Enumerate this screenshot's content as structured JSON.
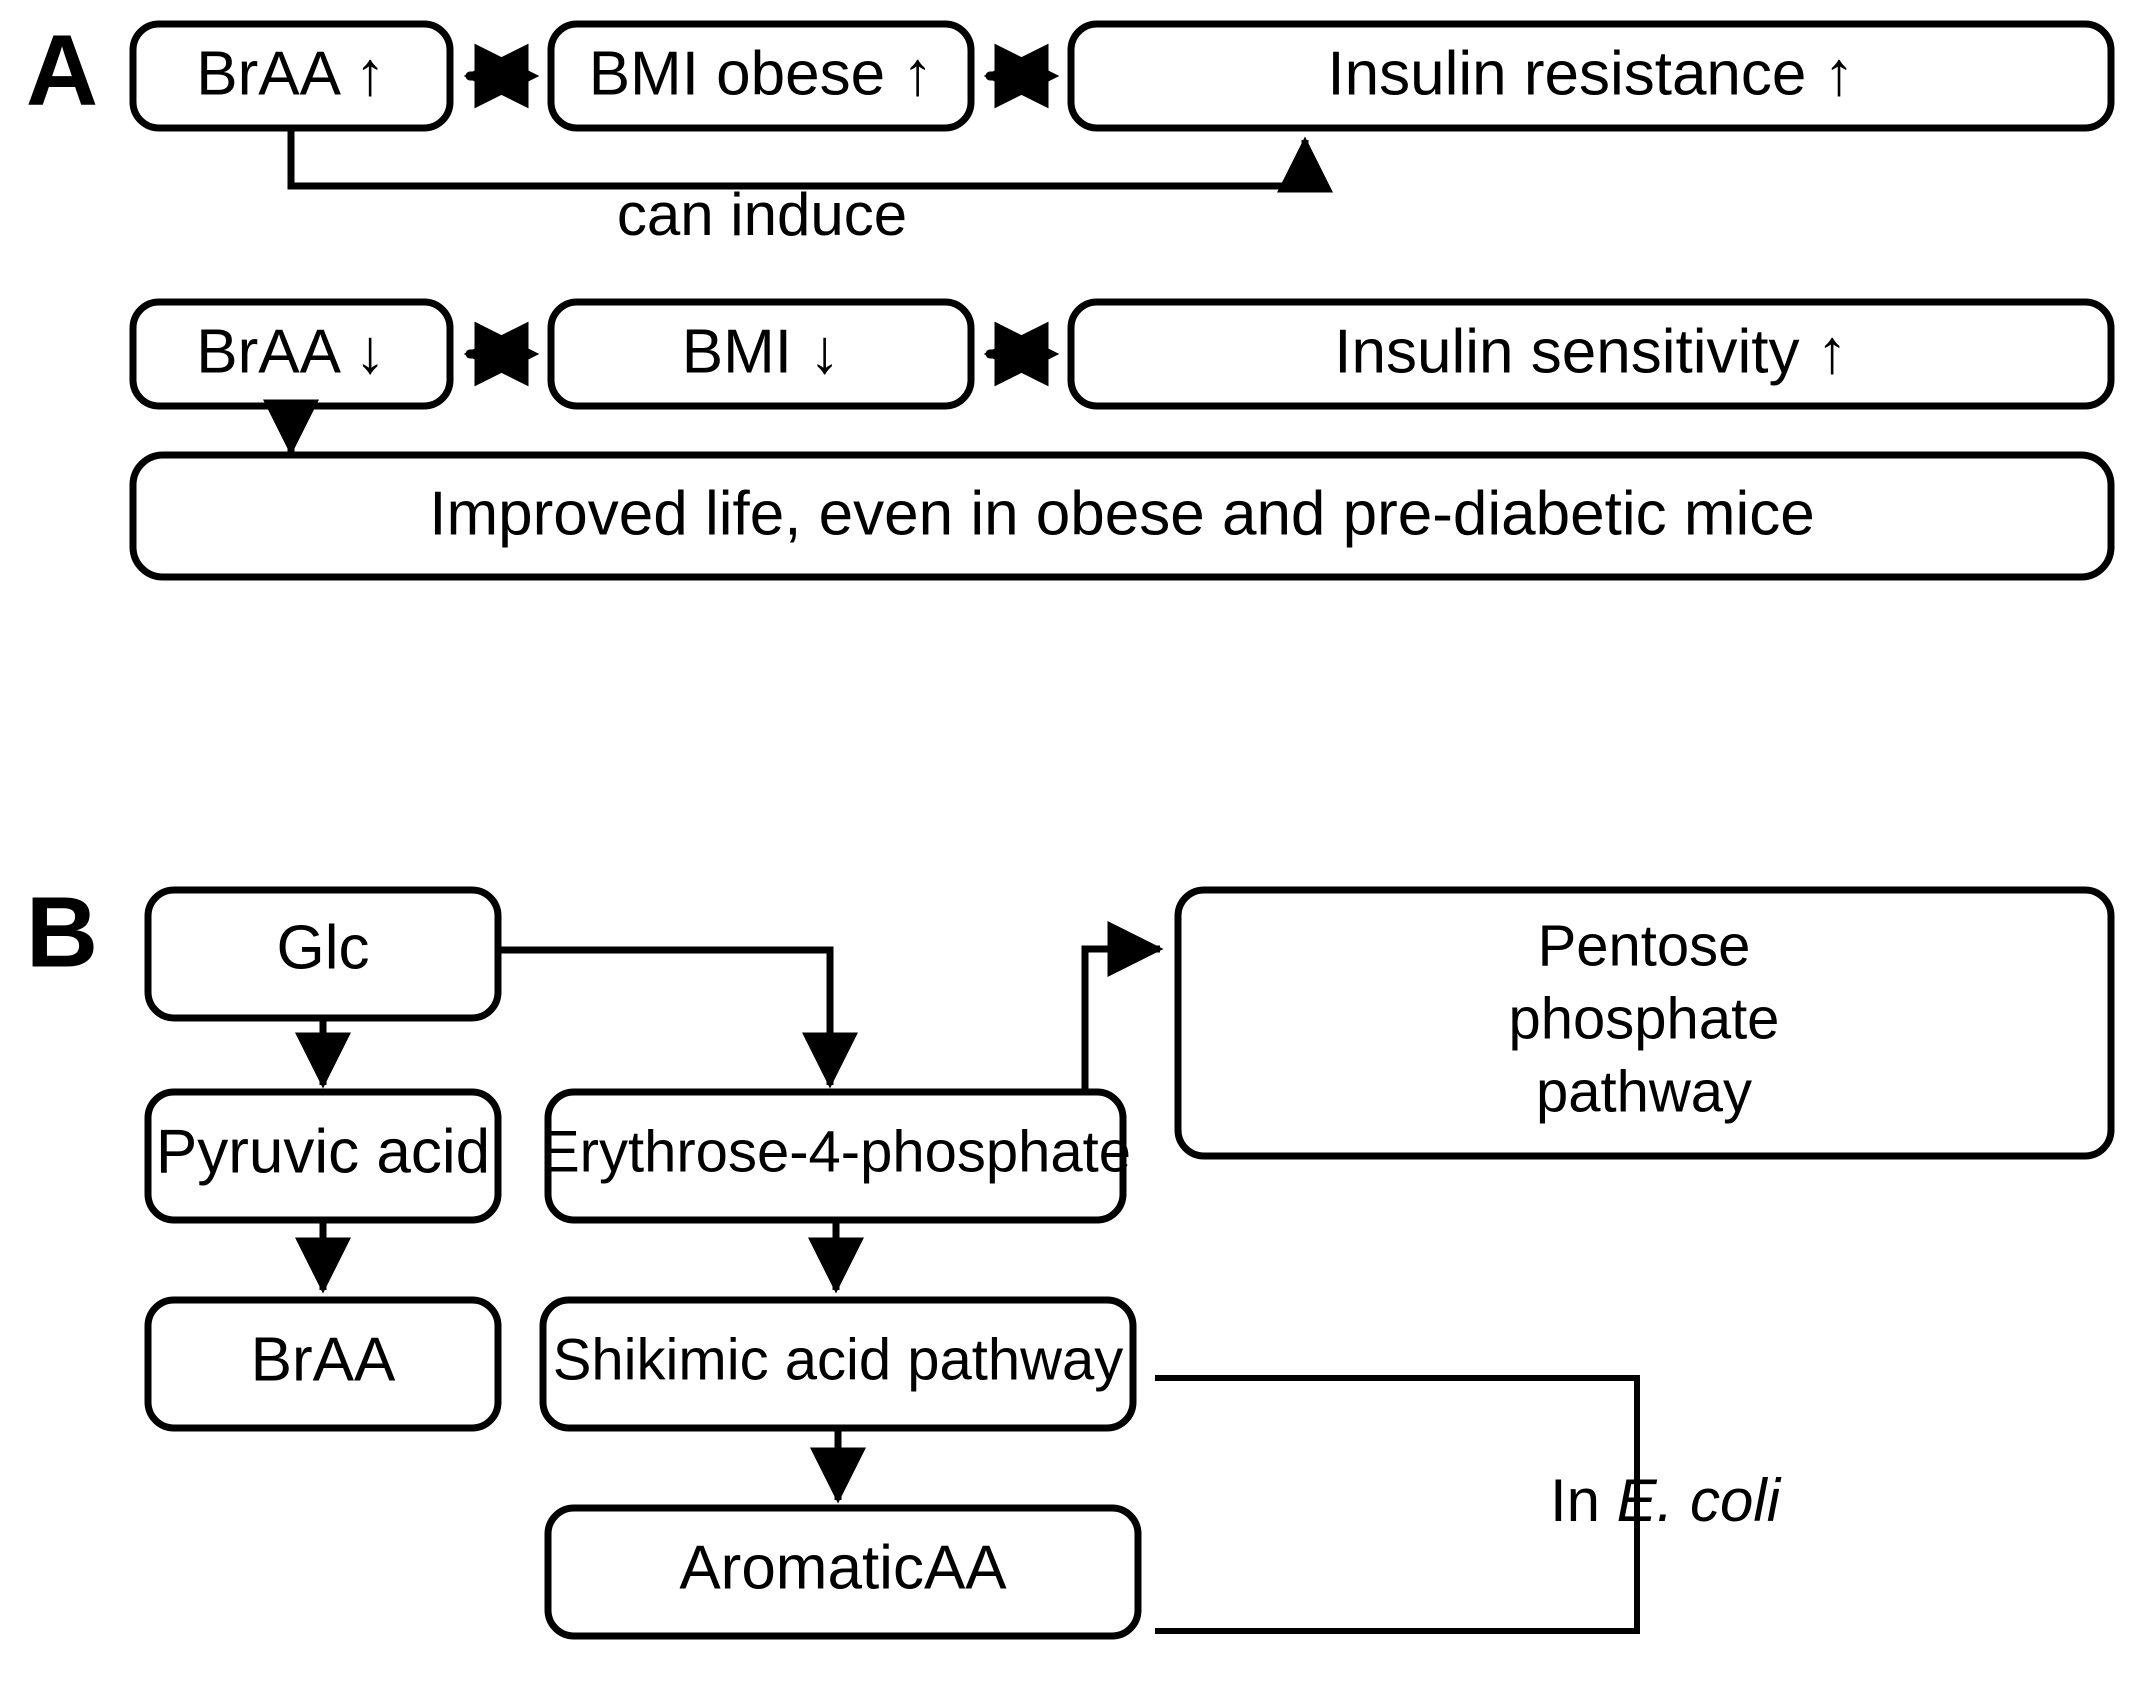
{
  "figure": {
    "panels": [
      {
        "letter": "A",
        "nodes": [
          {
            "id": "braa_up",
            "label": "BrAA ↑"
          },
          {
            "id": "bmi_obese_up",
            "label": "BMI obese ↑"
          },
          {
            "id": "insulin_resistance_up",
            "label": "Insulin resistance ↑"
          },
          {
            "id": "braa_down",
            "label": "BrAA ↓"
          },
          {
            "id": "bmi_down",
            "label": "BMI ↓"
          },
          {
            "id": "insulin_sensitivity_up",
            "label": "Insulin sensitivity ↑"
          },
          {
            "id": "improved_life",
            "label": "Improved life, even in obese and pre-diabetic mice"
          }
        ],
        "edges": [
          {
            "from": "braa_up",
            "to": "bmi_obese_up",
            "style": "dotted-bidirectional",
            "label": ""
          },
          {
            "from": "bmi_obese_up",
            "to": "insulin_resistance_up",
            "style": "dotted-bidirectional",
            "label": ""
          },
          {
            "from": "braa_up",
            "to": "insulin_resistance_up",
            "style": "solid-arrow",
            "label": "can induce"
          },
          {
            "from": "braa_down",
            "to": "bmi_down",
            "style": "dotted-bidirectional",
            "label": ""
          },
          {
            "from": "bmi_down",
            "to": "insulin_sensitivity_up",
            "style": "dotted-bidirectional",
            "label": ""
          },
          {
            "from": "braa_down",
            "to": "improved_life",
            "style": "solid-arrow",
            "label": ""
          }
        ]
      },
      {
        "letter": "B",
        "nodes": [
          {
            "id": "glc",
            "label": "Glc"
          },
          {
            "id": "pentose",
            "label": "Pentose\nphosphate\npathway"
          },
          {
            "id": "pentose_line1",
            "label": "Pentose"
          },
          {
            "id": "pentose_line2",
            "label": "phosphate"
          },
          {
            "id": "pentose_line3",
            "label": "pathway"
          },
          {
            "id": "pyruvic_acid",
            "label": "Pyruvic acid"
          },
          {
            "id": "erythrose",
            "label": "Erythrose-4-phosphate"
          },
          {
            "id": "braa",
            "label": "BrAA"
          },
          {
            "id": "shikimic",
            "label": "Shikimic acid pathway"
          },
          {
            "id": "aromatic_aa",
            "label": "AromaticAA"
          }
        ],
        "edges": [
          {
            "from": "glc",
            "to": "pyruvic_acid",
            "style": "solid-arrow",
            "label": ""
          },
          {
            "from": "glc",
            "to": "erythrose",
            "style": "solid-arrow-elbow",
            "label": ""
          },
          {
            "from": "erythrose",
            "to": "pentose",
            "style": "solid-arrow-elbow",
            "label": ""
          },
          {
            "from": "pyruvic_acid",
            "to": "braa",
            "style": "solid-arrow",
            "label": ""
          },
          {
            "from": "erythrose",
            "to": "shikimic",
            "style": "solid-arrow",
            "label": ""
          },
          {
            "from": "shikimic",
            "to": "aromatic_aa",
            "style": "solid-arrow",
            "label": ""
          }
        ],
        "annotations": [
          {
            "id": "in_ecoli",
            "prefix": "In ",
            "italic": "E. coli",
            "covers": [
              "shikimic",
              "aromatic_aa"
            ]
          }
        ]
      }
    ]
  },
  "colors": {
    "stroke": "#000000",
    "fill": "#ffffff",
    "text": "#000000"
  }
}
